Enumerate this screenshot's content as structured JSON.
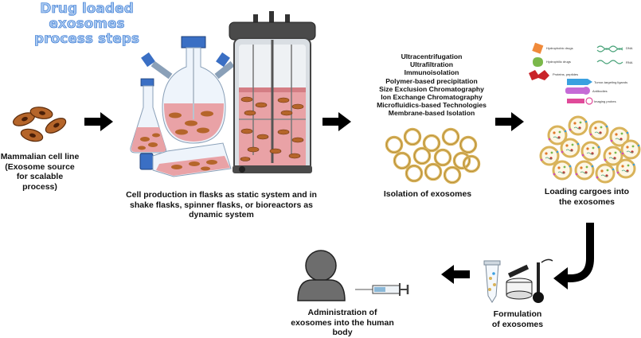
{
  "title": {
    "line1": "Drug loaded exosomes",
    "line2": "process steps"
  },
  "captions": {
    "cell_line": [
      "Mammalian cell line",
      "(Exosome source",
      "for scalable",
      "process)"
    ],
    "production": [
      "Cell production in flasks as static system and in",
      "shake flasks, spinner flasks, or bioreactors as",
      "dynamic system"
    ],
    "isolation": "Isolation of exosomes",
    "loading": [
      "Loading cargoes into",
      "the exosomes"
    ],
    "formulation": [
      "Formulation",
      "of exosomes"
    ],
    "administration": [
      "Administration of",
      "exosomes into the human",
      "body"
    ]
  },
  "isolation_methods": [
    "Ultracentrifugation",
    "Ultrafiltration",
    "Immunoisolation",
    "Polymer-based precipitation",
    "Size Exclusion Chromatography",
    "Ion Exchange Chromatography",
    "Microfluidics-based Technologies",
    "Membrane-based Isolation"
  ],
  "cargo_legend": {
    "hydrophobic_drugs": "Hydrophobic drugs",
    "hydrophilic_drugs": "Hydrophilic drugs",
    "proteins_peptides": "Proteins, peptides",
    "dna": "DNA",
    "rna": "RNA",
    "tumor_targeting": "Tumor-targeting ligands",
    "antibodies": "Antibodies",
    "imaging_probes": "Imaging probes"
  },
  "colors": {
    "arrow": "#000000",
    "cell_fill": "#b5652a",
    "media_pink": "#e9a2a6",
    "exosome_ring": "#d9b35a",
    "cap_blue": "#3a6fc4"
  }
}
